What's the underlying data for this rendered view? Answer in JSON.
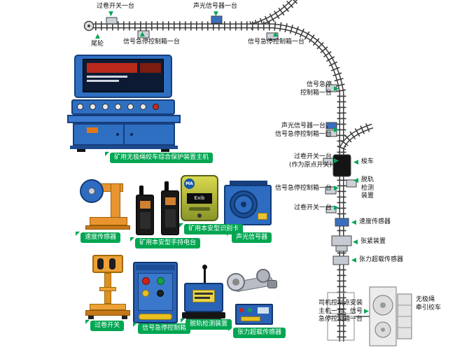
{
  "colors": {
    "badge_green": "#00a651",
    "console_blue": "#2e6fc2",
    "track_gray": "#3d3d3d"
  },
  "icons": {
    "arrow_down": "▼",
    "arrow_up": "▲",
    "arrow_left": "◀",
    "arrow_right": "▶",
    "notch": "◤"
  },
  "labels": {
    "top_overwind": "过卷开关一台",
    "top_signal": "声光信号器一台",
    "tail_wheel": "尾轮",
    "top_estop_left": "信号急停控制箱一台",
    "top_estop_right": "信号急停控制箱一台",
    "r_estop_l1": "信号急停",
    "r_estop_l2": "控制箱一台",
    "r_sig_l1": "声光信号器一台，",
    "r_sig_l2": "信号急停控制箱一台",
    "r_origin_l1": "过卷开关一台",
    "r_origin_l2": "(作为原点开关)",
    "shuttle": "梭车",
    "derail_l1": "脱轨",
    "derail_l2": "检测",
    "derail_l3": "装置",
    "r_estop2": "信号急停控制箱一台",
    "r_overwind2": "过卷开关一台",
    "r_speed": "速度传感器",
    "r_tension_dev": "张紧装置",
    "r_tension_sensor": "张力超载传感器",
    "driver_l1": "司机控制点安装",
    "driver_l2": "主机一台、信号",
    "driver_l3": "急停控制箱一台",
    "winch_l1": "无极绳",
    "winch_l2": "牵引绞车"
  },
  "badges": {
    "console": "矿用无极绳绞车综合保护装置主机",
    "speed": "速度传感器",
    "radio": "矿用本安型手持电台",
    "card": "矿用本安型识别卡",
    "signal": "声光信号器",
    "overwind": "过卷开关",
    "estop": "信号急停控制箱",
    "derail": "脱轨检测装置",
    "tension": "张力超载传感器"
  },
  "device_text": {
    "card_logo": "MA",
    "card_screen": "Exib"
  }
}
